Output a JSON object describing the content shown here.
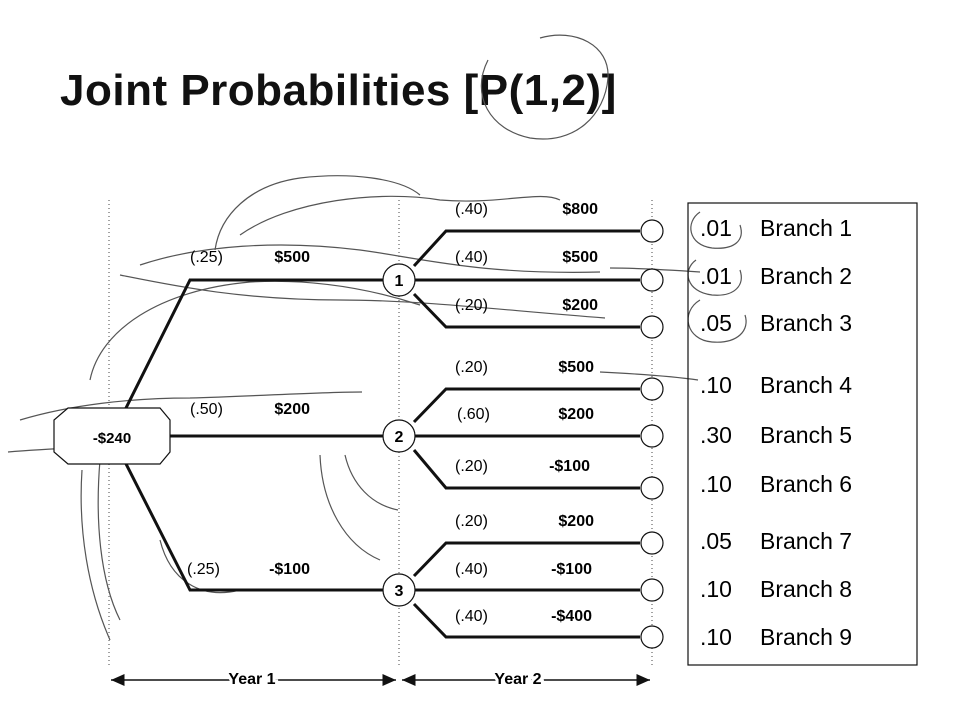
{
  "title": "Joint Probabilities [P(1,2)]",
  "root": {
    "value": "-$240"
  },
  "year1": [
    {
      "node": "1",
      "prob": "(.25)",
      "value": "$500"
    },
    {
      "node": "2",
      "prob": "(.50)",
      "value": "$200"
    },
    {
      "node": "3",
      "prob": "(.25)",
      "value": "-$100"
    }
  ],
  "year2": [
    {
      "prob": "(.40)",
      "value": "$800"
    },
    {
      "prob": "(.40)",
      "value": "$500"
    },
    {
      "prob": "(.20)",
      "value": "$200"
    },
    {
      "prob": "(.20)",
      "value": "$500"
    },
    {
      "prob": "(.60)",
      "value": "$200"
    },
    {
      "prob": "(.20)",
      "value": "-$100"
    },
    {
      "prob": "(.20)",
      "value": "$200"
    },
    {
      "prob": "(.40)",
      "value": "-$100"
    },
    {
      "prob": "(.40)",
      "value": "-$400"
    }
  ],
  "branches": [
    {
      "joint": ".01",
      "label": "Branch 1"
    },
    {
      "joint": ".01",
      "label": "Branch 2"
    },
    {
      "joint": ".05",
      "label": "Branch 3"
    },
    {
      "joint": ".10",
      "label": "Branch 4"
    },
    {
      "joint": ".30",
      "label": "Branch 5"
    },
    {
      "joint": ".10",
      "label": "Branch 6"
    },
    {
      "joint": ".05",
      "label": "Branch 7"
    },
    {
      "joint": ".10",
      "label": "Branch 8"
    },
    {
      "joint": ".10",
      "label": "Branch 9"
    }
  ],
  "axis": {
    "year1": "Year 1",
    "year2": "Year 2"
  },
  "colors": {
    "ink": "#111111",
    "annotation": "#555555"
  }
}
